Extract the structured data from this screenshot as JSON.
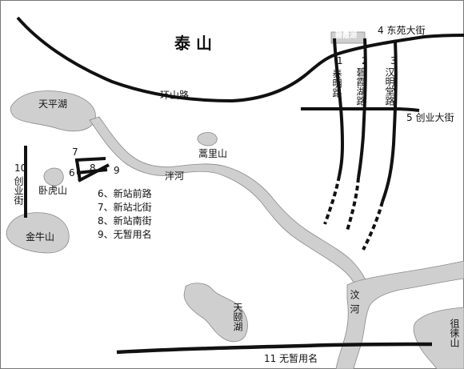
{
  "mountain": {
    "name": "泰 山"
  },
  "lakes": {
    "tianping": "天平湖",
    "bixia": "碧霞湖",
    "tianying": "天颐湖"
  },
  "hills": {
    "wohu": "卧虎山",
    "jinniu": "金牛山",
    "haoli": "蒿里山",
    "culai": "徂徕山"
  },
  "rivers": {
    "yang": "泮河",
    "wen": "汶河"
  },
  "roads": {
    "huanshan": "环山路",
    "r1_num": "1",
    "r1_name": "泰明路",
    "r2_num": "2",
    "r2_name": "碧霞湖路",
    "r3_num": "3",
    "r3_name": "汉明堂路",
    "r4": "4 东苑大街",
    "r5": "5 创业大街",
    "r10_num": "10",
    "r10_name": "创业街",
    "r11": "11 无暂用名",
    "num6": "6",
    "num7": "7",
    "num8": "8",
    "num9": "9"
  },
  "legend": [
    "6、新站前路",
    "7、新站北街",
    "8、新站南街",
    "9、无暂用名"
  ]
}
